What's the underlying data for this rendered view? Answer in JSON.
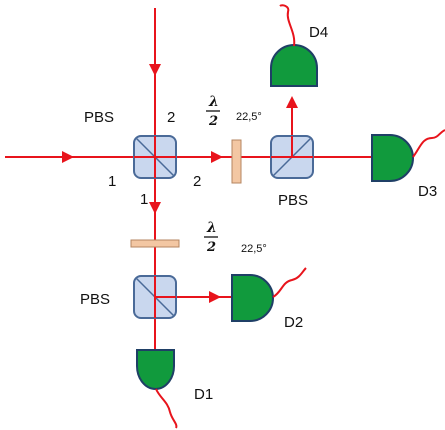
{
  "colors": {
    "beam": "#e8141c",
    "cube_fill": "#c9d7ee",
    "cube_stroke": "#4a6a98",
    "detector_fill": "#119a3d",
    "detector_stroke": "#1f3f66",
    "waveplate_fill": "#f3c7a3",
    "waveplate_stroke": "#b48660"
  },
  "labels": {
    "pbs_top": "PBS",
    "pbs_right": "PBS",
    "pbs_bottom": "PBS",
    "port_top_2": "2",
    "port_left_1": "1",
    "port_right_2": "2",
    "port_bottom_1": "1",
    "waveplate_top_lambda": "λ",
    "waveplate_top_two": "2",
    "waveplate_top_angle": "22,5°",
    "waveplate_bottom_lambda": "λ",
    "waveplate_bottom_two": "2",
    "waveplate_bottom_angle": "22,5°",
    "detector_1": "D1",
    "detector_2": "D2",
    "detector_3": "D3",
    "detector_4": "D4"
  },
  "icons": {
    "arrow": "arrowhead-icon",
    "detector": "detector-icon",
    "cube": "beam-splitter-icon",
    "waveplate": "waveplate-icon"
  }
}
